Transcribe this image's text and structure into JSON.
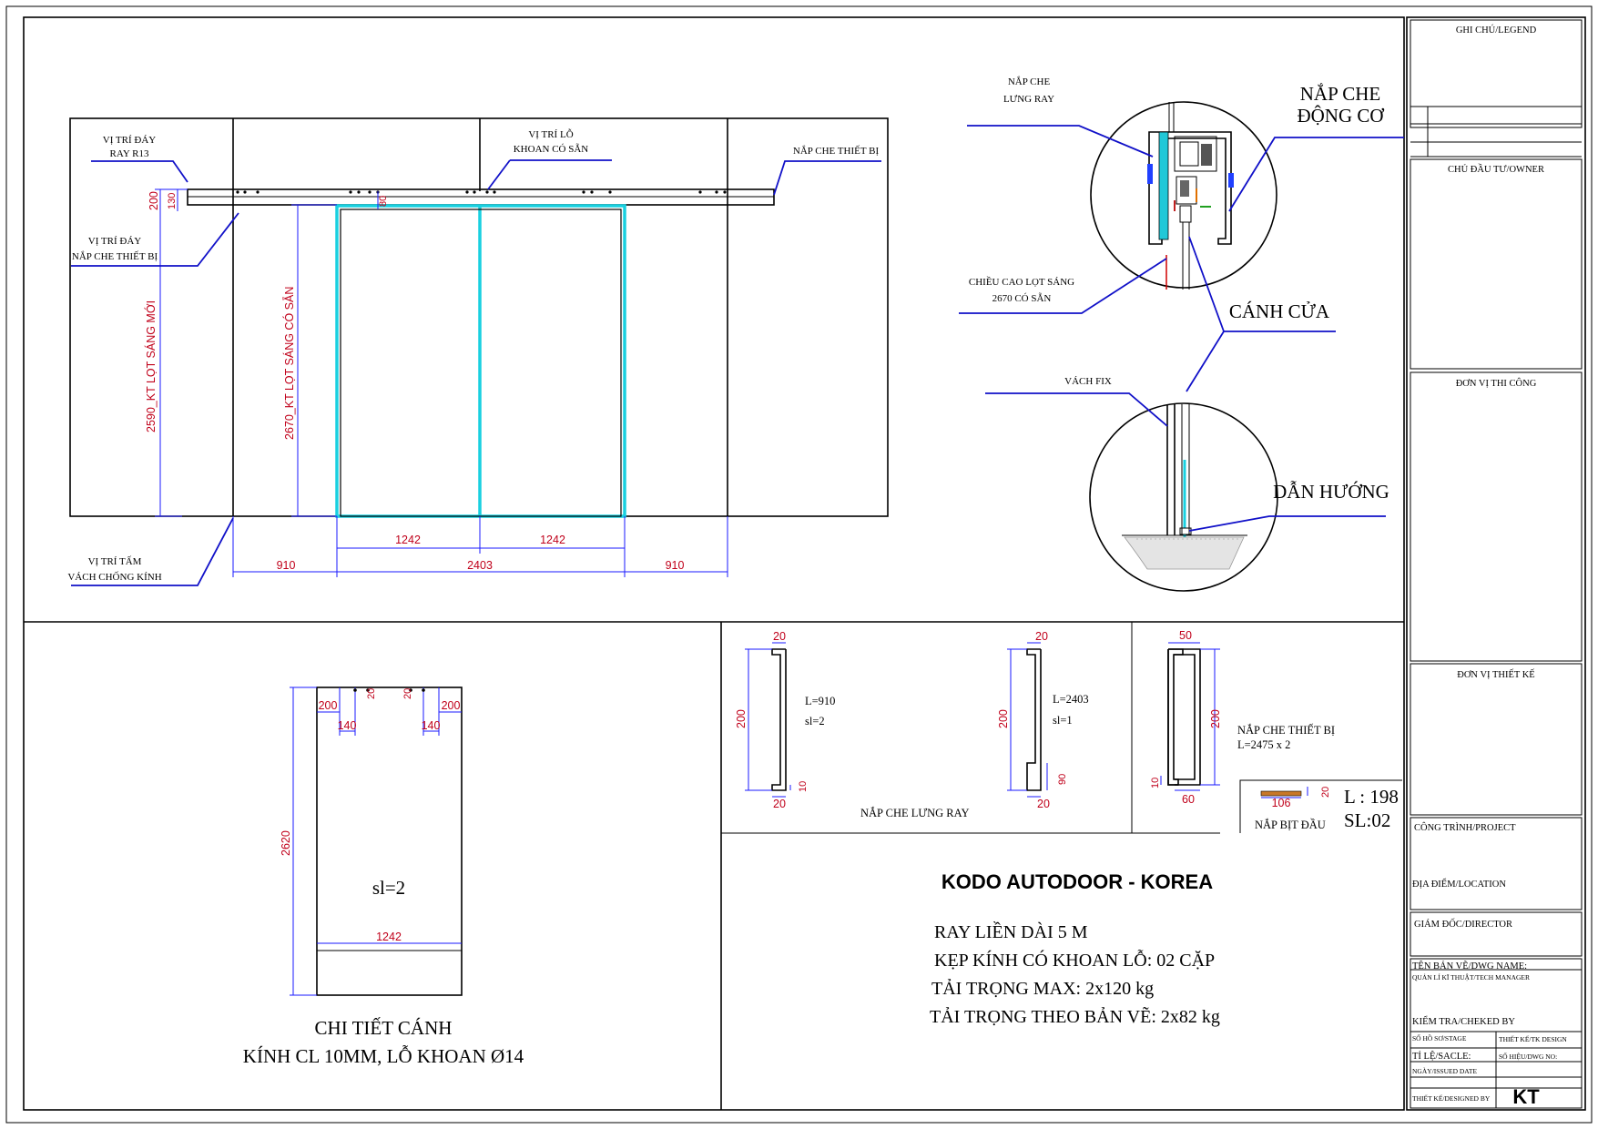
{
  "labels": {
    "rail_position": [
      "VỊ TRÍ ĐÁY",
      "RAY R13"
    ],
    "drill_position": [
      "VỊ TRÍ LỖ",
      "KHOAN CÓ SẴN"
    ],
    "equipment_cover": "NẮP CHE THIẾT BỊ",
    "cover_position": [
      "VỊ TRÍ ĐÁY",
      "NẮP CHE THIẾT BỊ"
    ],
    "glass_panel_position": [
      "VỊ TRÍ TẤM",
      "VÁCH CHỐNG KÍNH"
    ],
    "clear_new": "2590_KT LỌT SÁNG MỚI",
    "clear_existing": "2670_KT LỌT SÁNG CÓ SẴN"
  },
  "dims": {
    "d200": "200",
    "d130": "130",
    "d80": "80",
    "leaf_1": "1242",
    "leaf_2": "1242",
    "side_left": "910",
    "center": "2403",
    "side_right": "910"
  },
  "detail": {
    "rail_back_cover": [
      "NẮP CHE",
      "LƯNG RAY"
    ],
    "motor_cover": [
      "NẮP CHE",
      "ĐỘNG CƠ"
    ],
    "clear_height": [
      "CHIỀU CAO LỌT SÁNG",
      "2670 CÓ SẴN"
    ],
    "door_leaf": "CÁNH CỬA",
    "fixed_panel": "VÁCH FIX",
    "guide": "DẪN HƯỚNG"
  },
  "leaf_detail": {
    "d200a": "200",
    "d20a": "20",
    "d20b": "20",
    "d200b": "200",
    "d140a": "140",
    "d140b": "140",
    "height": "2620",
    "width": "1242",
    "qty": "sl=2",
    "title": "CHI TIẾT CÁNH",
    "subtitle": "KÍNH CL 10MM, LỖ KHOAN Ø14"
  },
  "profiles": {
    "p1": {
      "top": "20",
      "height": "200",
      "bottom": "20",
      "lip": "10",
      "length": "L=910",
      "qty": "sl=2"
    },
    "p2": {
      "top": "20",
      "height": "200",
      "bottom": "20",
      "lip": "90",
      "length": "L=2403",
      "qty": "sl=1"
    },
    "p3": {
      "top": "50",
      "height": "200",
      "bottom": "60",
      "lip": "10"
    },
    "back_cover_label": "NẮP CHE LƯNG RAY",
    "equip_cover_label": "NẮP CHE THIẾT BỊ",
    "equip_cover_len": "L=2475 x 2",
    "end_cap_label": "NẮP BỊT ĐẦU",
    "end_cap_w": "106",
    "end_cap_h": "20",
    "end_cap_len": "L : 198",
    "end_cap_qty": "SL:02"
  },
  "notes": {
    "brand": "KODO AUTODOOR - KOREA",
    "lines": [
      "RAY LIỀN DÀI 5 M",
      "KẸP KÍNH CÓ KHOAN LỖ: 02 CẶP",
      "TẢI TRỌNG MAX: 2x120 kg",
      "TẢI TRỌNG THEO BẢN VẼ: 2x82 kg"
    ]
  },
  "title_block": {
    "legend": "GHI CHÚ/LEGEND",
    "owner": "CHỦ ĐẦU TƯ/OWNER",
    "contractor": "ĐƠN VỊ THI CÔNG",
    "designer": "ĐƠN VỊ THIẾT KẾ",
    "project": "CÔNG TRÌNH/PROJECT",
    "location": "ĐỊA ĐIỂM/LOCATION",
    "director": "GIÁM ĐỐC/DIRECTOR",
    "dwg_name": "TÊN BẢN VẼ/DWG NAME:",
    "manager": "QUẢN LÍ KĨ THUẬT/TECH MANAGER",
    "checked": "KIỂM TRA/CHEKED BY",
    "stage": "SỐ HỒ SƠ/STAGE",
    "stage_val": "THIẾT KẾ/TK DESIGN",
    "scale": "TỈ LỆ/SACLE:",
    "dwg_no": "SỐ HIỆU/DWG NO:",
    "date": "NGÀY/ISSUED DATE",
    "designed": "THIẾT KẾ/DESIGNED BY",
    "designed_val": "KT"
  }
}
